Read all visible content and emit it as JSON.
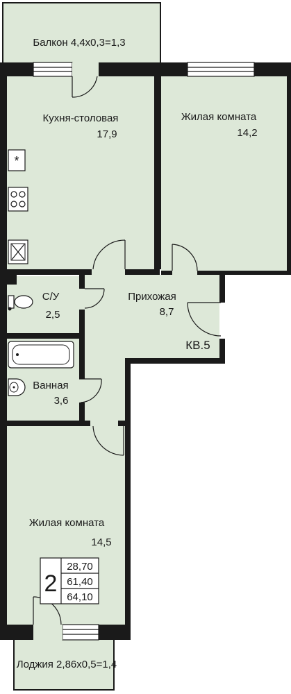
{
  "balcony": {
    "label": "Балкон 4,4х0,3=1,3"
  },
  "kitchen": {
    "name": "Кухня-столовая",
    "area": "17,9"
  },
  "living_room_1": {
    "name": "Жилая комната",
    "area": "14,2"
  },
  "bathroom_su": {
    "name": "С/У",
    "area": "2,5"
  },
  "hallway": {
    "name": "Прихожая",
    "area": "8,7"
  },
  "apartment": {
    "number": "КВ.5"
  },
  "bath": {
    "name": "Ванная",
    "area": "3,6"
  },
  "living_room_2": {
    "name": "Жилая комната",
    "area": "14,5"
  },
  "summary": {
    "rooms": "2",
    "living_area": "28,70",
    "total_area": "61,40",
    "total_with_loggia": "64,10"
  },
  "loggia": {
    "label": "Лоджия 2,86х0,5=1,4"
  },
  "icons": [
    "fridge-icon",
    "stove-icon",
    "sink-icon",
    "toilet-icon",
    "bathtub-icon",
    "washbasin-icon"
  ],
  "colors": {
    "room_fill": "#dde8d8",
    "wall": "#1a1a1a"
  }
}
